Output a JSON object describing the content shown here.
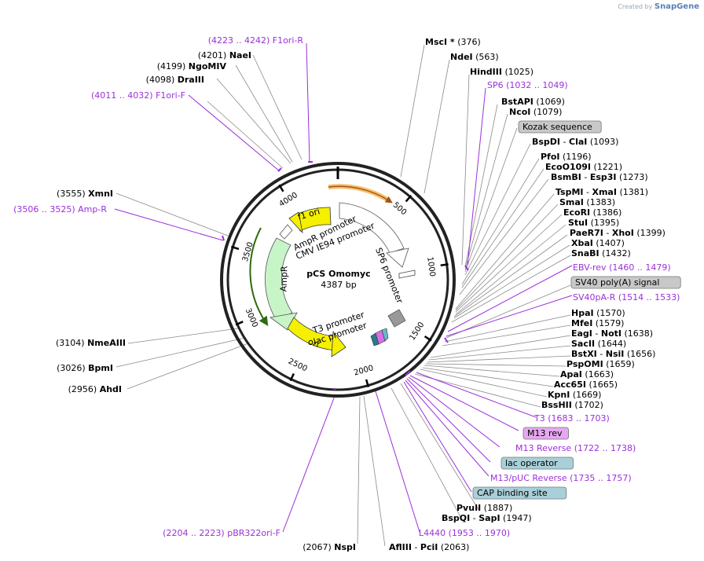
{
  "branding": {
    "created_by": "Created by",
    "product": "SnapGene"
  },
  "plasmid": {
    "name": "pCS Omomyc",
    "size": "4387 bp",
    "length": 4387
  },
  "ruler_ticks": [
    "500",
    "1000",
    "1500",
    "2000",
    "2500",
    "3000",
    "3500",
    "4000"
  ],
  "labels": [
    {
      "t": "site",
      "pos": "(376)",
      "name": "MscI *"
    },
    {
      "t": "site",
      "pos": "(563)",
      "name": "NdeI"
    },
    {
      "t": "site",
      "pos": "(1025)",
      "name": "HindIII"
    },
    {
      "t": "primer",
      "name": "SP6",
      "range": "(1032 .. 1049)"
    },
    {
      "t": "site",
      "pos": "(1069)",
      "name": "BstAPI"
    },
    {
      "t": "site",
      "pos": "(1079)",
      "name": "NcoI"
    },
    {
      "t": "feature",
      "name": "Kozak sequence",
      "color": "#c8c8c8"
    },
    {
      "t": "site",
      "pos": "(1093)",
      "name": "BspDI",
      "name2": "ClaI"
    },
    {
      "t": "site",
      "pos": "(1196)",
      "name": "PfoI"
    },
    {
      "t": "site",
      "pos": "(1221)",
      "name": "EcoO109I"
    },
    {
      "t": "site",
      "pos": "(1273)",
      "name": "BsmBI",
      "name2": "Esp3I"
    },
    {
      "t": "site",
      "pos": "(1381)",
      "name": "TspMI",
      "name2": "XmaI"
    },
    {
      "t": "site",
      "pos": "(1383)",
      "name": "SmaI"
    },
    {
      "t": "site",
      "pos": "(1386)",
      "name": "EcoRI"
    },
    {
      "t": "site",
      "pos": "(1395)",
      "name": "StuI"
    },
    {
      "t": "site",
      "pos": "(1399)",
      "name": "PaeR7I",
      "name2": "XhoI"
    },
    {
      "t": "site",
      "pos": "(1407)",
      "name": "XbaI"
    },
    {
      "t": "site",
      "pos": "(1432)",
      "name": "SnaBI"
    },
    {
      "t": "primer",
      "name": "EBV-rev",
      "range": "(1460 .. 1479)"
    },
    {
      "t": "feature",
      "name": "SV40 poly(A) signal",
      "color": "#c8c8c8"
    },
    {
      "t": "primer",
      "name": "SV40pA-R",
      "range": "(1514 .. 1533)"
    },
    {
      "t": "site",
      "pos": "(1570)",
      "name": "HpaI"
    },
    {
      "t": "site",
      "pos": "(1579)",
      "name": "MfeI"
    },
    {
      "t": "site",
      "pos": "(1638)",
      "name": "EagI",
      "name2": "NotI"
    },
    {
      "t": "site",
      "pos": "(1644)",
      "name": "SacII"
    },
    {
      "t": "site",
      "pos": "(1656)",
      "name": "BstXI",
      "name2": "NsiI"
    },
    {
      "t": "site",
      "pos": "(1659)",
      "name": "PspOMI"
    },
    {
      "t": "site",
      "pos": "(1663)",
      "name": "ApaI"
    },
    {
      "t": "site",
      "pos": "(1665)",
      "name": "Acc65I"
    },
    {
      "t": "site",
      "pos": "(1669)",
      "name": "KpnI"
    },
    {
      "t": "site",
      "pos": "(1702)",
      "name": "BssHII"
    },
    {
      "t": "primer",
      "name": "T3",
      "range": "(1683 .. 1703)"
    },
    {
      "t": "feature",
      "name": "M13 rev",
      "color": "#e6a8f0"
    },
    {
      "t": "primer",
      "name": "M13 Reverse",
      "range": "(1722 .. 1738)"
    },
    {
      "t": "feature",
      "name": "lac operator",
      "color": "#a9cfd8"
    },
    {
      "t": "primer",
      "name": "M13/pUC Reverse",
      "range": "(1735 .. 1757)"
    },
    {
      "t": "feature",
      "name": "CAP binding site",
      "color": "#a9cfd8"
    },
    {
      "t": "site",
      "pos": "(1887)",
      "name": "PvuII"
    },
    {
      "t": "site",
      "pos": "(1947)",
      "name": "BspQI",
      "name2": "SapI"
    },
    {
      "t": "primer",
      "name": "L4440",
      "range": "(1953 .. 1970)"
    },
    {
      "t": "site",
      "pos": "(2063)",
      "name": "AflIII",
      "name2": "PciI"
    },
    {
      "t": "site",
      "pos": "(2067)",
      "name": "NspI"
    },
    {
      "t": "primer",
      "name": "pBR322ori-F",
      "range": "(2204 .. 2223)"
    },
    {
      "t": "site",
      "pos": "(2956)",
      "name": "AhdI"
    },
    {
      "t": "site",
      "pos": "(3026)",
      "name": "BpmI"
    },
    {
      "t": "site",
      "pos": "(3104)",
      "name": "NmeAIII"
    },
    {
      "t": "primer",
      "name": "Amp-R",
      "range": "(3506 .. 3525)"
    },
    {
      "t": "site",
      "pos": "(3555)",
      "name": "XmnI"
    },
    {
      "t": "primer",
      "name": "F1ori-F",
      "range": "(4011 .. 4032)"
    },
    {
      "t": "site",
      "pos": "(4098)",
      "name": "DraIII"
    },
    {
      "t": "site",
      "pos": "(4199)",
      "name": "NgoMIV"
    },
    {
      "t": "site",
      "pos": "(4201)",
      "name": "NaeI"
    },
    {
      "t": "primer",
      "name": "F1ori-R",
      "range": "(4223 .. 4242)"
    }
  ],
  "inner_features": [
    {
      "name": "f1 ori",
      "color": "#f5f000"
    },
    {
      "name": "AmpR promoter",
      "color": "#ffffff"
    },
    {
      "name": "AmpR",
      "color": "#c8f5c8"
    },
    {
      "name": "CMV IE94 promoter",
      "color": "#ffffff"
    },
    {
      "name": "SP6 promoter",
      "color": "#ffffff"
    },
    {
      "name": "T3 promoter",
      "color": "#ffffff"
    },
    {
      "name": "lac promoter",
      "color": "#ffffff"
    },
    {
      "name": "ori",
      "color": "#f5f000"
    }
  ]
}
